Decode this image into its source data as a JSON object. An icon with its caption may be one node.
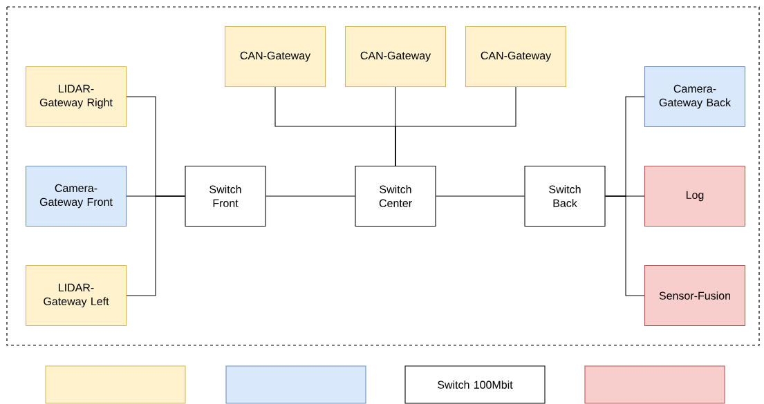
{
  "diagram": {
    "nodes": [
      {
        "text": [
          "CAN-Gateway"
        ]
      },
      {
        "text": [
          "CAN-Gateway"
        ]
      },
      {
        "text": [
          "CAN-Gateway"
        ]
      },
      {
        "text": [
          "LIDAR-Gateway Right"
        ]
      },
      {
        "text": [
          "Camera-Gateway Front"
        ]
      },
      {
        "text": [
          "LIDAR-Gateway Left"
        ]
      },
      {
        "text": [
          "Switch Front"
        ]
      },
      {
        "text": [
          "Switch Center"
        ]
      },
      {
        "text": [
          "Switch Back"
        ]
      },
      {
        "text": [
          "Camera-Gateway Back"
        ]
      },
      {
        "text": [
          "Log"
        ]
      },
      {
        "text": [
          "Sensor-Fusion"
        ]
      },
      {
        "text": [],
        "shape": "box"
      },
      {
        "text": [],
        "shape": "box"
      },
      {
        "text": [
          "Switch 100Mbit"
        ]
      },
      {
        "text": [],
        "shape": "box"
      }
    ],
    "edges": [
      {
        "from": 0,
        "to": 7,
        "arrow": "none"
      },
      {
        "from": 1,
        "to": 7,
        "arrow": "none"
      },
      {
        "from": 2,
        "to": 7,
        "arrow": "none"
      },
      {
        "from": 3,
        "to": 6,
        "arrow": "none"
      },
      {
        "from": 4,
        "to": 6,
        "arrow": "none"
      },
      {
        "from": 5,
        "to": 6,
        "arrow": "none"
      },
      {
        "from": 6,
        "to": 7,
        "arrow": "none"
      },
      {
        "from": 7,
        "to": 8,
        "arrow": "none"
      },
      {
        "from": 8,
        "to": 9,
        "arrow": "none"
      },
      {
        "from": 8,
        "to": 10,
        "arrow": "none"
      },
      {
        "from": 8,
        "to": 11,
        "arrow": "none"
      }
    ]
  }
}
